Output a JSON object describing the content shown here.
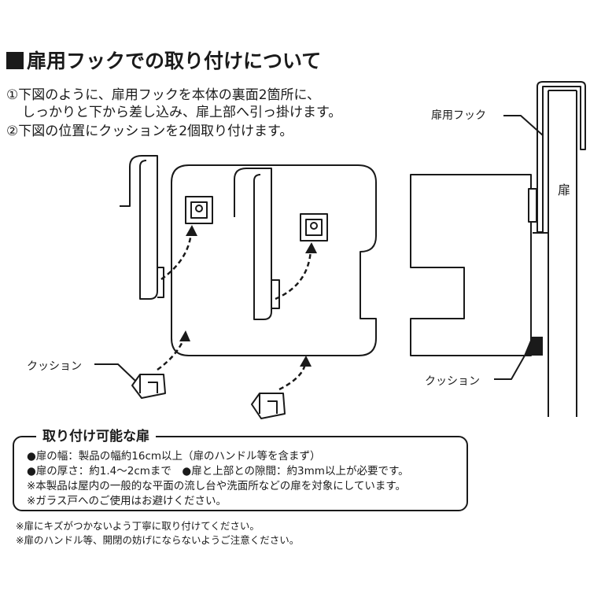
{
  "title": "扉用フックでの取り付けについて",
  "instructions": [
    "①下図のように、扉用フックを本体の裏面2箇所に、",
    "しっかりと下から差し込み、扉上部へ引っ掛けます。",
    "②下図の位置にクッションを2個取り付けます。"
  ],
  "labels": {
    "hook": "扉用フック",
    "door": "扉",
    "cushion_left": "クッション",
    "cushion_right": "クッション"
  },
  "box": {
    "title": "取り付け可能な扉",
    "lines": [
      "●扉の幅：製品の幅約16cm以上（扉のハンドル等を含まず）",
      "●扉の厚さ：約1.4〜2cmまで　●扉と上部との隙間：約3mm以上が必要です。",
      "※本製品は屋内の一般的な平面の流し台や洗面所などの扉を対象にしています。",
      "※ガラス戸へのご使用はお避けください。"
    ]
  },
  "notes": [
    "※扉にキズがつかないよう丁寧に取り付けてください。",
    "※扉のハンドル等、開閉の妨げにならないようご注意ください。"
  ]
}
